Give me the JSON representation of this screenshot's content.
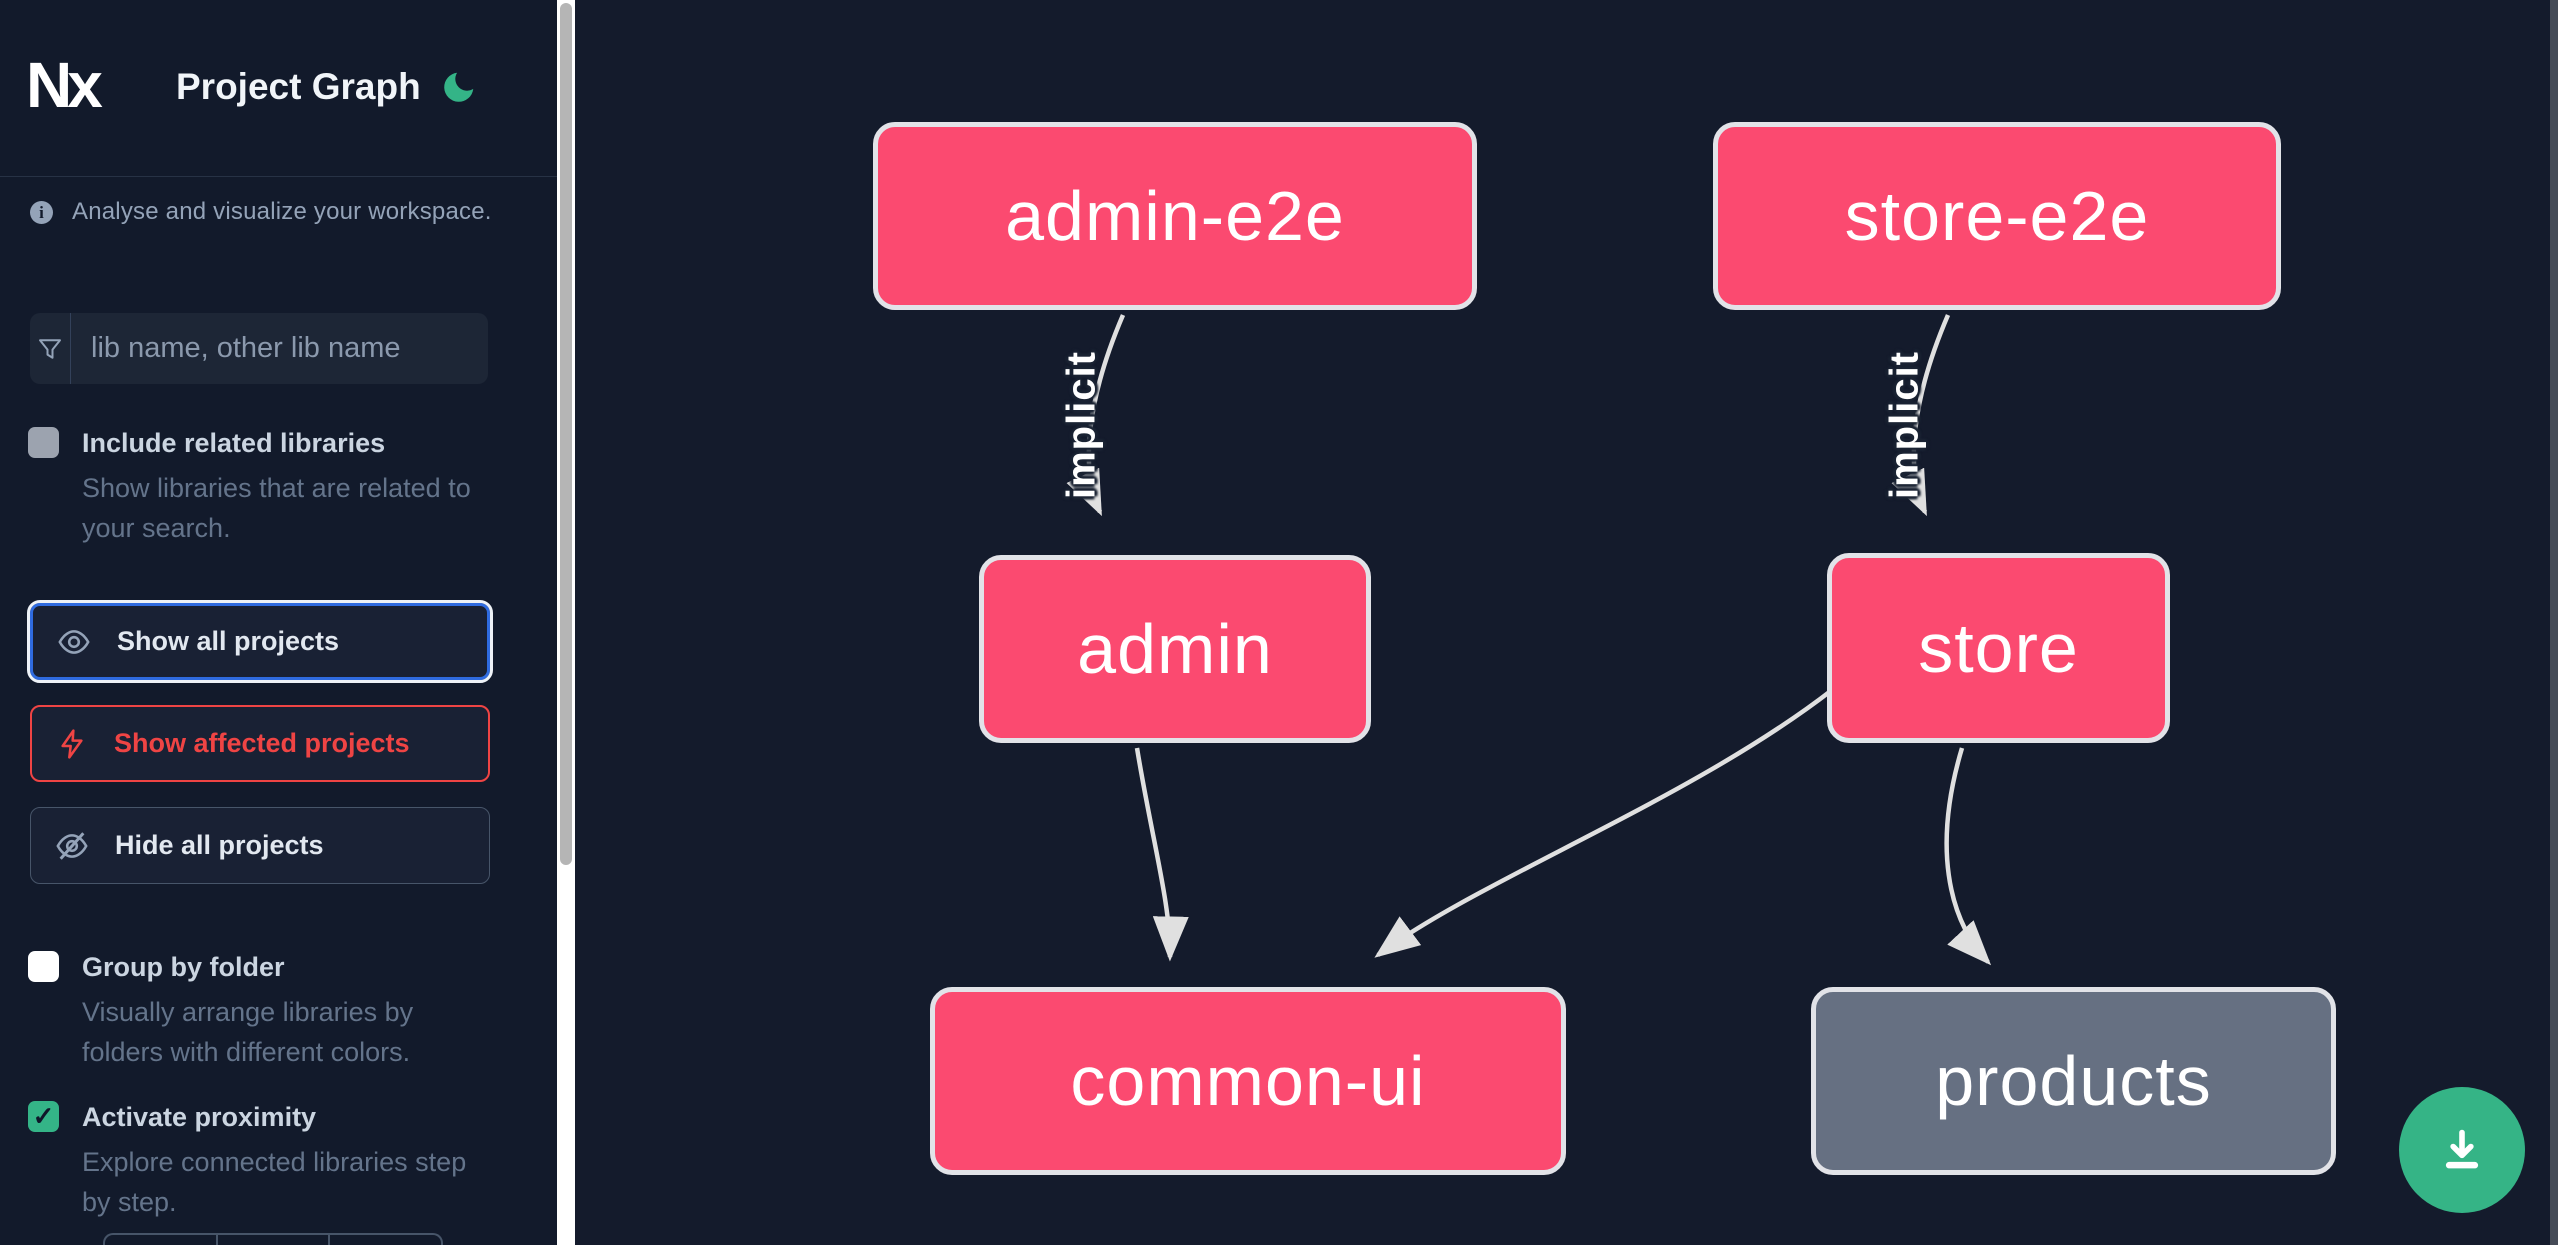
{
  "header": {
    "logo": "Nx",
    "title": "Project Graph"
  },
  "info": {
    "text": "Analyse and visualize your workspace."
  },
  "search": {
    "placeholder": "lib name, other lib name"
  },
  "checkboxes": [
    {
      "label": "Include related libraries",
      "desc": "Show libraries that are related to your search.",
      "checked": false
    },
    {
      "label": "Group by folder",
      "desc": "Visually arrange libraries by folders with different colors.",
      "checked": false
    },
    {
      "label": "Activate proximity",
      "desc": "Explore connected libraries step by step.",
      "checked": true,
      "check_glyph": "✓"
    }
  ],
  "buttons": {
    "show_all": "Show all projects",
    "show_affected": "Show affected projects",
    "hide_all": "Hide all projects"
  },
  "graph": {
    "nodes": [
      {
        "id": "admin-e2e",
        "label": "admin-e2e",
        "type": "app"
      },
      {
        "id": "store-e2e",
        "label": "store-e2e",
        "type": "app"
      },
      {
        "id": "admin",
        "label": "admin",
        "type": "app"
      },
      {
        "id": "store",
        "label": "store",
        "type": "app"
      },
      {
        "id": "common-ui",
        "label": "common-ui",
        "type": "lib"
      },
      {
        "id": "products",
        "label": "products",
        "type": "lib-unfocused"
      }
    ],
    "edges": [
      {
        "from": "admin-e2e",
        "to": "admin",
        "label": "implicit"
      },
      {
        "from": "store-e2e",
        "to": "store",
        "label": "implicit"
      },
      {
        "from": "admin",
        "to": "common-ui",
        "label": ""
      },
      {
        "from": "store",
        "to": "common-ui",
        "label": ""
      },
      {
        "from": "store",
        "to": "products",
        "label": ""
      }
    ]
  },
  "fab": {
    "action": "download"
  },
  "colors": {
    "node_pink": "#fb4a70",
    "node_gray": "#667082",
    "accent_green": "#34b487",
    "focus_blue": "#2f6be0",
    "affected_red": "#ef4444",
    "edge_gray": "#e0e0e0"
  }
}
